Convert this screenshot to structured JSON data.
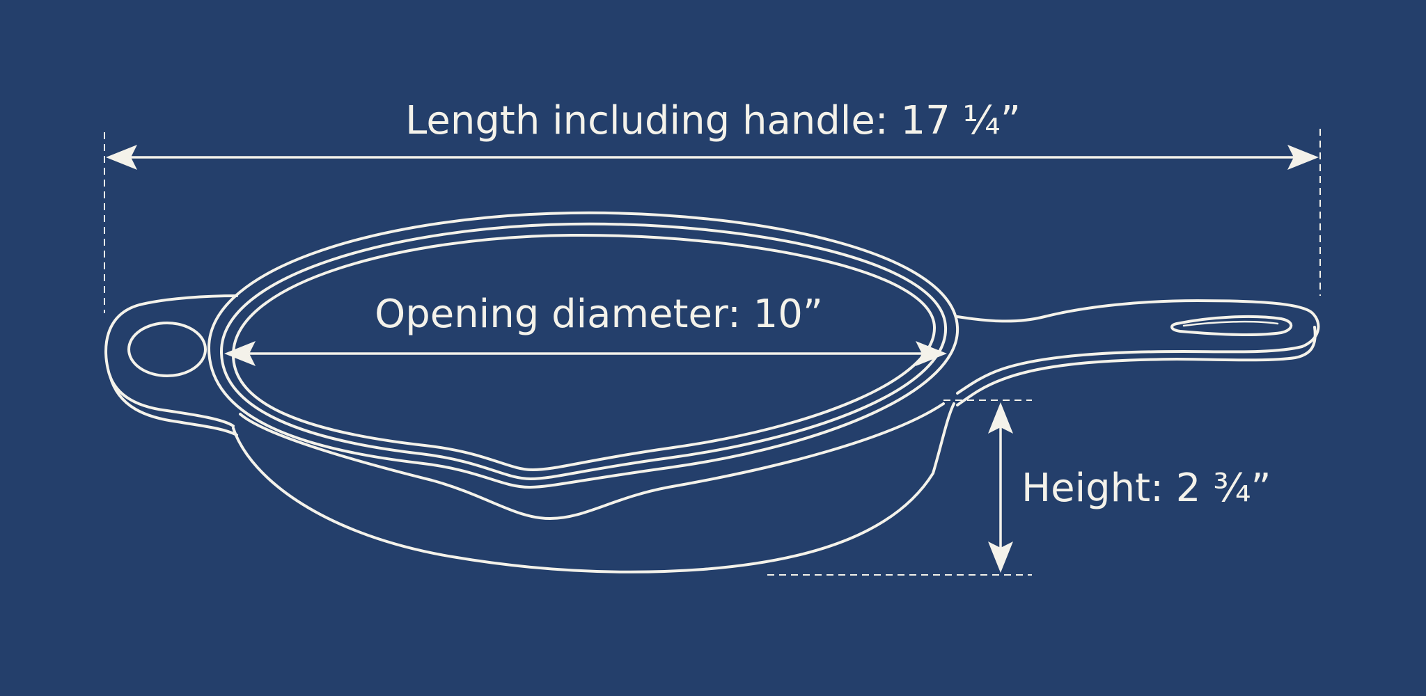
{
  "dimensions": {
    "length_label": "Length including handle: 17 ¼”",
    "opening_label": "Opening diameter: 10”",
    "height_label": "Height: 2 ¾”"
  },
  "colors": {
    "background": "#243f6b",
    "ink": "#f4f2ea"
  },
  "icons": {
    "subject": "skillet-icon"
  }
}
